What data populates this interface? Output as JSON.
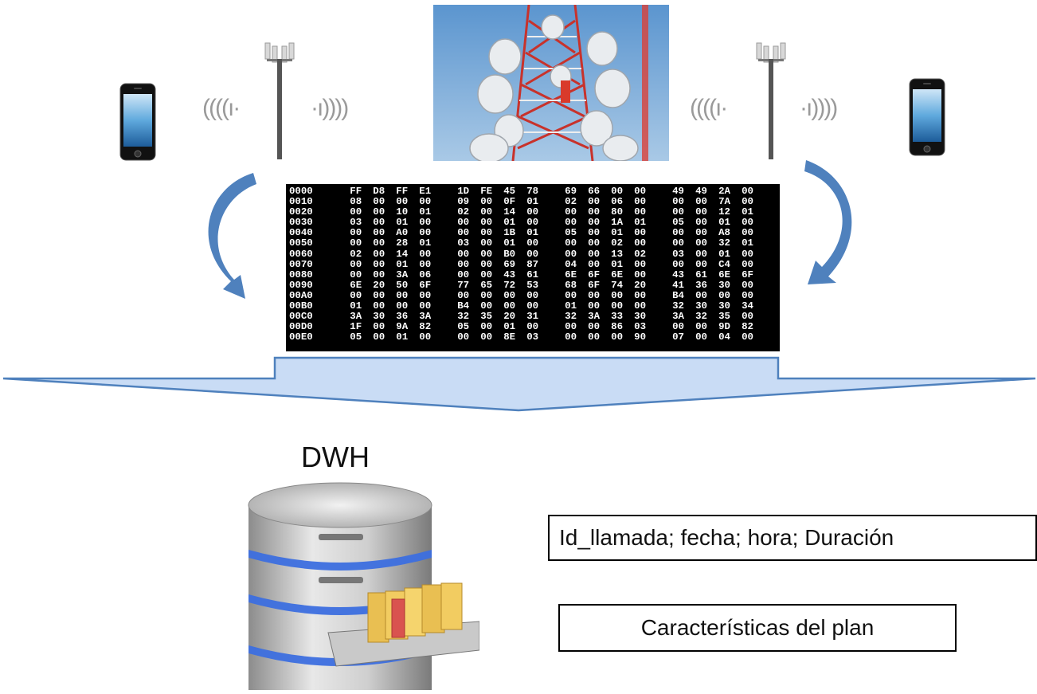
{
  "diagram": {
    "hex_dump": {
      "rows": [
        {
          "offset": "0000",
          "bytes": [
            "FF",
            "D8",
            "FF",
            "E1",
            "1D",
            "FE",
            "45",
            "78",
            "69",
            "66",
            "00",
            "00",
            "49",
            "49",
            "2A",
            "00"
          ]
        },
        {
          "offset": "0010",
          "bytes": [
            "08",
            "00",
            "00",
            "00",
            "09",
            "00",
            "0F",
            "01",
            "02",
            "00",
            "06",
            "00",
            "00",
            "00",
            "7A",
            "00"
          ]
        },
        {
          "offset": "0020",
          "bytes": [
            "00",
            "00",
            "10",
            "01",
            "02",
            "00",
            "14",
            "00",
            "00",
            "00",
            "80",
            "00",
            "00",
            "00",
            "12",
            "01"
          ]
        },
        {
          "offset": "0030",
          "bytes": [
            "03",
            "00",
            "01",
            "00",
            "00",
            "00",
            "01",
            "00",
            "00",
            "00",
            "1A",
            "01",
            "05",
            "00",
            "01",
            "00"
          ]
        },
        {
          "offset": "0040",
          "bytes": [
            "00",
            "00",
            "A0",
            "00",
            "00",
            "00",
            "1B",
            "01",
            "05",
            "00",
            "01",
            "00",
            "00",
            "00",
            "A8",
            "00"
          ]
        },
        {
          "offset": "0050",
          "bytes": [
            "00",
            "00",
            "28",
            "01",
            "03",
            "00",
            "01",
            "00",
            "00",
            "00",
            "02",
            "00",
            "00",
            "00",
            "32",
            "01"
          ]
        },
        {
          "offset": "0060",
          "bytes": [
            "02",
            "00",
            "14",
            "00",
            "00",
            "00",
            "B0",
            "00",
            "00",
            "00",
            "13",
            "02",
            "03",
            "00",
            "01",
            "00"
          ]
        },
        {
          "offset": "0070",
          "bytes": [
            "00",
            "00",
            "01",
            "00",
            "00",
            "00",
            "69",
            "87",
            "04",
            "00",
            "01",
            "00",
            "00",
            "00",
            "C4",
            "00"
          ]
        },
        {
          "offset": "0080",
          "bytes": [
            "00",
            "00",
            "3A",
            "06",
            "00",
            "00",
            "43",
            "61",
            "6E",
            "6F",
            "6E",
            "00",
            "43",
            "61",
            "6E",
            "6F"
          ]
        },
        {
          "offset": "0090",
          "bytes": [
            "6E",
            "20",
            "50",
            "6F",
            "77",
            "65",
            "72",
            "53",
            "68",
            "6F",
            "74",
            "20",
            "41",
            "36",
            "30",
            "00"
          ]
        },
        {
          "offset": "00A0",
          "bytes": [
            "00",
            "00",
            "00",
            "00",
            "00",
            "00",
            "00",
            "00",
            "00",
            "00",
            "00",
            "00",
            "B4",
            "00",
            "00",
            "00"
          ]
        },
        {
          "offset": "00B0",
          "bytes": [
            "01",
            "00",
            "00",
            "00",
            "B4",
            "00",
            "00",
            "00",
            "01",
            "00",
            "00",
            "00",
            "32",
            "30",
            "30",
            "34"
          ]
        },
        {
          "offset": "00C0",
          "bytes": [
            "3A",
            "30",
            "36",
            "3A",
            "32",
            "35",
            "20",
            "31",
            "32",
            "3A",
            "33",
            "30",
            "3A",
            "32",
            "35",
            "00"
          ]
        },
        {
          "offset": "00D0",
          "bytes": [
            "1F",
            "00",
            "9A",
            "82",
            "05",
            "00",
            "01",
            "00",
            "00",
            "00",
            "86",
            "03",
            "00",
            "00",
            "9D",
            "82"
          ]
        },
        {
          "offset": "00E0",
          "bytes": [
            "05",
            "00",
            "01",
            "00",
            "00",
            "00",
            "8E",
            "03",
            "00",
            "00",
            "00",
            "90",
            "07",
            "00",
            "04",
            "00"
          ]
        }
      ]
    },
    "dwh_label": "DWH",
    "fields_label": "Id_llamada; fecha; hora; Duración",
    "plan_label": "Características del plan",
    "colors": {
      "arrow_blue": "#4f81bd",
      "funnel_fill": "#c9dcf5",
      "hex_bg": "#000000",
      "hex_text": "#ffffff",
      "db_ring": "#3d6fe0"
    },
    "icons": [
      "smartphone-icon",
      "cell-tower-icon",
      "signal-waves-icon",
      "database-server-icon",
      "folder-drawer-icon"
    ]
  }
}
